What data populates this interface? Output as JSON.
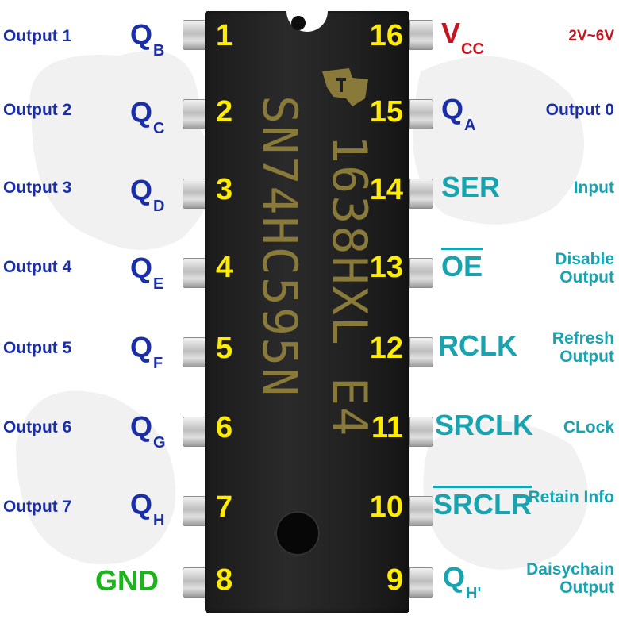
{
  "colors": {
    "output_label": "#1a2ea8",
    "control_label": "#18a3b0",
    "pin_number": "#ffec00",
    "vcc": "#c8141e",
    "gnd": "#1bb51b",
    "chip_body": "#1f1f1f"
  },
  "chip": {
    "marking_line1": "1638HXL E4",
    "marking_line2": "SN74HC595N"
  },
  "left_pins": [
    {
      "number": "1",
      "signal": "Q",
      "sub": "B",
      "function": "Output 1"
    },
    {
      "number": "2",
      "signal": "Q",
      "sub": "C",
      "function": "Output 2"
    },
    {
      "number": "3",
      "signal": "Q",
      "sub": "D",
      "function": "Output 3"
    },
    {
      "number": "4",
      "signal": "Q",
      "sub": "E",
      "function": "Output 4"
    },
    {
      "number": "5",
      "signal": "Q",
      "sub": "F",
      "function": "Output 5"
    },
    {
      "number": "6",
      "signal": "Q",
      "sub": "G",
      "function": "Output 6"
    },
    {
      "number": "7",
      "signal": "Q",
      "sub": "H",
      "function": "Output 7"
    },
    {
      "number": "8",
      "signal": "GND",
      "sub": "",
      "function": ""
    }
  ],
  "right_pins": [
    {
      "number": "16",
      "signal": "V",
      "sub": "CC",
      "function": "2V~6V"
    },
    {
      "number": "15",
      "signal": "Q",
      "sub": "A",
      "function": "Output 0"
    },
    {
      "number": "14",
      "signal": "SER",
      "sub": "",
      "function": "Input"
    },
    {
      "number": "13",
      "signal": "OE",
      "sub": "",
      "function": "Disable Output"
    },
    {
      "number": "12",
      "signal": "RCLK",
      "sub": "",
      "function": "Refresh Output"
    },
    {
      "number": "11",
      "signal": "SRCLK",
      "sub": "",
      "function": "CLock"
    },
    {
      "number": "10",
      "signal": "SRCLR",
      "sub": "",
      "function": "Retain Info"
    },
    {
      "number": "9",
      "signal": "Q",
      "sub": "H'",
      "function": "Daisychain Output"
    }
  ]
}
